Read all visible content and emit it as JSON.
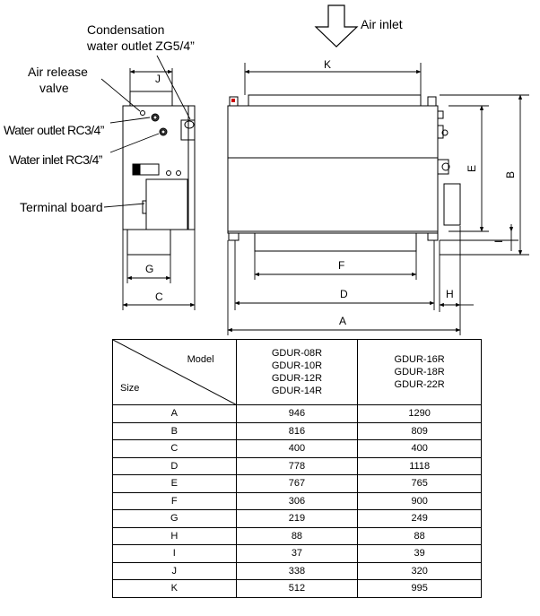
{
  "labels": {
    "condensation_line1": "Condensation",
    "condensation_line2": "water outlet ZG5/4”",
    "air_inlet": "Air inlet",
    "air_release_line1": "Air release",
    "air_release_line2": "valve",
    "water_outlet": "Water outlet RC3/4”",
    "water_inlet": "Water inlet RC3/4”",
    "terminal_board": "Terminal board"
  },
  "dimension_letters": {
    "J": "J",
    "G": "G",
    "C": "C",
    "K": "K",
    "F": "F",
    "D": "D",
    "A": "A",
    "H": "H",
    "E": "E",
    "B": "B",
    "I": "I"
  },
  "table": {
    "header_model": "Model",
    "header_size": "Size",
    "group1_models": [
      "GDUR-08R",
      "GDUR-10R",
      "GDUR-12R",
      "GDUR-14R"
    ],
    "group2_models": [
      "GDUR-16R",
      "GDUR-18R",
      "GDUR-22R"
    ],
    "rows": [
      {
        "size": "A",
        "g1": "946",
        "g2": "1290"
      },
      {
        "size": "B",
        "g1": "816",
        "g2": "809"
      },
      {
        "size": "C",
        "g1": "400",
        "g2": "400"
      },
      {
        "size": "D",
        "g1": "778",
        "g2": "1118"
      },
      {
        "size": "E",
        "g1": "767",
        "g2": "765"
      },
      {
        "size": "F",
        "g1": "306",
        "g2": "900"
      },
      {
        "size": "G",
        "g1": "219",
        "g2": "249"
      },
      {
        "size": "H",
        "g1": "88",
        "g2": "88"
      },
      {
        "size": "I",
        "g1": "37",
        "g2": "39"
      },
      {
        "size": "J",
        "g1": "338",
        "g2": "320"
      },
      {
        "size": "K",
        "g1": "512",
        "g2": "995"
      }
    ]
  }
}
